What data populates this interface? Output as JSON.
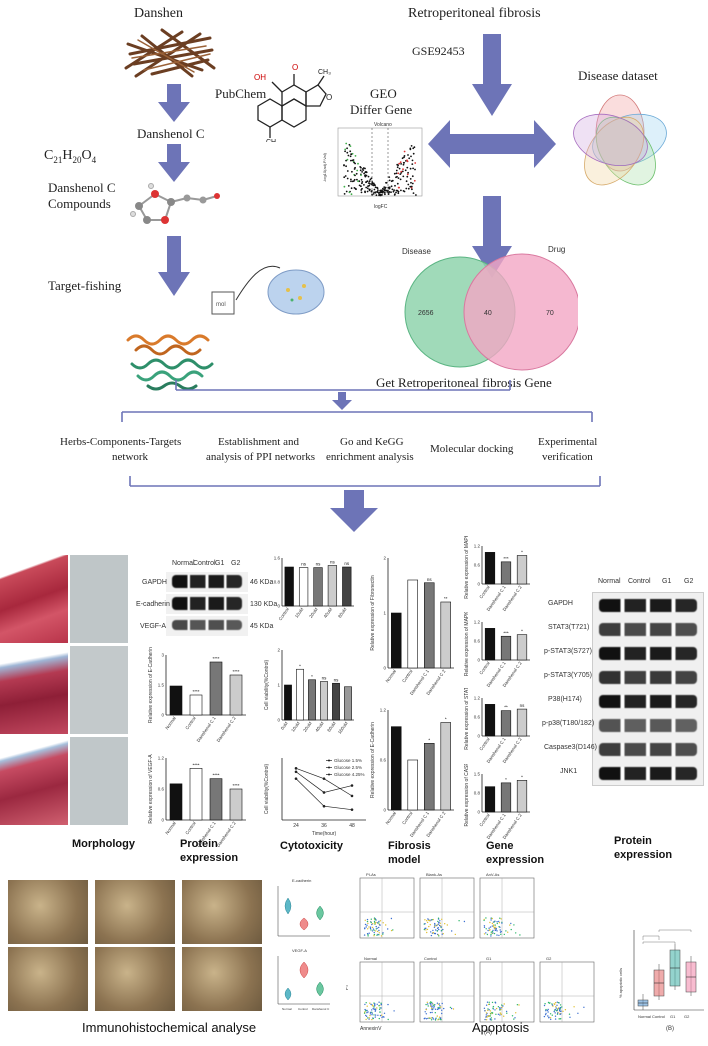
{
  "workflow": {
    "dunshen": "Danshen",
    "pubchem": "PubChem",
    "compound_name": "Danshenol C",
    "formula_base": "C",
    "formula_sub1": "21",
    "formula_h": "H",
    "formula_sub2": "20",
    "formula_o": "O",
    "formula_sub3": "4",
    "compounds_line1": "Danshenol C",
    "compounds_line2": "Compounds",
    "target_fishing": "Target-fishing",
    "rpf": "Retroperitoneal fibrosis",
    "gse": "GSE92453",
    "geo_line1": "GEO",
    "geo_line2": "Differ Gene",
    "disease_dataset": "Disease dataset",
    "venn_disease": "Disease",
    "venn_drug": "Drug",
    "venn_left": "2656",
    "venn_mid": "40",
    "venn_right": "70",
    "get_gene": "Get Retroperitoneal fibrosis Gene",
    "volcano_title": "Volcano",
    "volcano_xlabel": "logFC",
    "volcano_ylabel": "-log10(adj.P.Val)"
  },
  "analyses": [
    {
      "line1": "Herbs-Components-Targets",
      "line2": "network"
    },
    {
      "line1": "Establishment and",
      "line2": "analysis of PPI networks"
    },
    {
      "line1": "Go and KeGG",
      "line2": "enrichment analysis"
    },
    {
      "line1": "Molecular docking",
      "line2": ""
    },
    {
      "line1": "Experimental",
      "line2": "verification"
    }
  ],
  "panel_labels": {
    "morphology": "Morphology",
    "protein_expression_1": "Protein",
    "protein_expression_2": "expression",
    "cytotoxicity": "Cytotoxicity",
    "fibrosis_1": "Fibrosis",
    "fibrosis_2": "model",
    "gene_1": "Gene",
    "gene_2": "expression",
    "protein_right_1": "Protein",
    "protein_right_2": "expression",
    "ihc": "Immunohistochemical analyse",
    "apoptosis": "Apoptosis",
    "apoptosis_a": "(A)",
    "apoptosis_b": "(B)"
  },
  "western_blot_left": {
    "columns": [
      "Normal",
      "Control",
      "G1",
      "G2"
    ],
    "rows": [
      {
        "name": "GAPDH",
        "kda": "46 KDa"
      },
      {
        "name": "E-cadherin",
        "kda": "130 KDa"
      },
      {
        "name": "VEGF-A",
        "kda": "45 KDa"
      }
    ]
  },
  "western_blot_right": {
    "columns": [
      "Normal",
      "Control",
      "G1",
      "G2"
    ],
    "rows": [
      "GAPDH",
      "STAT3(T721)",
      "p-STAT3(S727)",
      "p-STAT3(Y705)",
      "P38(H174)",
      "p-p38(T180/182)",
      "Caspase3(D146)",
      "JNK1"
    ]
  },
  "chart_data": [
    {
      "type": "bar",
      "ylabel": "Relative expression of E-Cadherin",
      "categories": [
        "Normal",
        "Control",
        "Danshenol C 1",
        "Danshenol C 2"
      ],
      "values": [
        1.45,
        1.0,
        2.65,
        2.0
      ],
      "ylim": [
        0,
        3
      ],
      "annotations": [
        "",
        "****",
        "****",
        "****"
      ],
      "colors": [
        "#111111",
        "#ffffff",
        "#777777",
        "#cccccc"
      ]
    },
    {
      "type": "bar",
      "ylabel": "Relative expression of VEGF-A",
      "categories": [
        "Normal",
        "Control",
        "Danshenol C 1",
        "Danshenol C 2"
      ],
      "values": [
        0.7,
        1.0,
        0.8,
        0.6
      ],
      "ylim": [
        0,
        1.2
      ],
      "annotations": [
        "",
        "****",
        "****",
        "****"
      ],
      "colors": [
        "#111111",
        "#ffffff",
        "#777777",
        "#cccccc"
      ]
    },
    {
      "type": "bar",
      "categories": [
        "Control",
        "10uM",
        "20uM",
        "40uM",
        "80uM"
      ],
      "values": [
        1.3,
        1.28,
        1.28,
        1.35,
        1.3
      ],
      "ylim": [
        0,
        1.6
      ],
      "annotations": [
        "",
        "ns",
        "ns",
        "ns",
        "ns"
      ],
      "colors": [
        "#111111",
        "#ffffff",
        "#777777",
        "#cccccc",
        "#444444"
      ]
    },
    {
      "type": "bar",
      "ylabel": "Cell viability(%Control)",
      "categories": [
        "0uM",
        "10uM",
        "20uM",
        "40uM",
        "80uM",
        "160uM"
      ],
      "values": [
        1.0,
        1.45,
        1.15,
        1.1,
        1.05,
        0.95
      ],
      "ylim": [
        0,
        2.0
      ],
      "annotations": [
        "",
        "*",
        "*",
        "ns",
        "ns",
        ""
      ],
      "colors": [
        "#111111",
        "#ffffff",
        "#777777",
        "#cccccc",
        "#444444",
        "#999999"
      ]
    },
    {
      "type": "line",
      "ylabel": "Cell viability(%Control)",
      "xlabel": "Time(hour)",
      "x": [
        24,
        36,
        48
      ],
      "series": [
        {
          "name": "Glucose 1.5%",
          "values": [
            1.15,
            1.0,
            0.75
          ]
        },
        {
          "name": "Glucose 2.5%",
          "values": [
            1.1,
            0.8,
            0.9
          ]
        },
        {
          "name": "Glucose 4.25%",
          "values": [
            1.0,
            0.6,
            0.55
          ]
        }
      ]
    },
    {
      "type": "bar",
      "ylabel": "Relative expression of Fibronectin",
      "categories": [
        "Normal",
        "Control",
        "Danshenol C 1",
        "Danshenol C 2"
      ],
      "values": [
        1.0,
        1.6,
        1.55,
        1.2
      ],
      "ylim": [
        0,
        2.0
      ],
      "annotations": [
        "",
        "",
        "ns",
        "**"
      ],
      "colors": [
        "#111111",
        "#ffffff",
        "#777777",
        "#cccccc"
      ]
    },
    {
      "type": "bar",
      "ylabel": "Relative expression of E-Cadherin",
      "categories": [
        "Normal",
        "Control",
        "Danshenol C 1",
        "Danshenol C 2"
      ],
      "values": [
        1.0,
        0.6,
        0.8,
        1.05
      ],
      "ylim": [
        0,
        1.2
      ],
      "annotations": [
        "",
        "",
        "*",
        "*"
      ],
      "colors": [
        "#111111",
        "#ffffff",
        "#777777",
        "#cccccc"
      ]
    },
    {
      "type": "bar",
      "ylabel": "Relative expression of MAPK8",
      "categories": [
        "Control",
        "Danshenol C 1",
        "Danshenol C 2"
      ],
      "values": [
        1.0,
        0.7,
        0.9
      ],
      "ylim": [
        0,
        1.2
      ],
      "annotations": [
        "",
        "***",
        "*"
      ],
      "colors": [
        "#111111",
        "#777777",
        "#cccccc"
      ]
    },
    {
      "type": "bar",
      "ylabel": "Relative expression of MAPK14",
      "categories": [
        "Control",
        "Danshenol C 1",
        "Danshenol C 2"
      ],
      "values": [
        1.0,
        0.75,
        0.8
      ],
      "ylim": [
        0,
        1.2
      ],
      "annotations": [
        "",
        "***",
        "*"
      ],
      "colors": [
        "#111111",
        "#777777",
        "#cccccc"
      ]
    },
    {
      "type": "bar",
      "ylabel": "Relative expression of STAT3",
      "categories": [
        "Control",
        "Danshenol C 1",
        "Danshenol C 2"
      ],
      "values": [
        1.0,
        0.8,
        0.85
      ],
      "ylim": [
        0,
        1.2
      ],
      "annotations": [
        "",
        "**",
        "ns"
      ],
      "colors": [
        "#111111",
        "#777777",
        "#cccccc"
      ]
    },
    {
      "type": "bar",
      "ylabel": "Relative expression of CASP3",
      "categories": [
        "Control",
        "Danshenol C 1",
        "Danshenol C 2"
      ],
      "values": [
        1.0,
        1.15,
        1.25
      ],
      "ylim": [
        0,
        1.5
      ],
      "annotations": [
        "",
        "*",
        "*"
      ],
      "colors": [
        "#111111",
        "#777777",
        "#cccccc"
      ]
    }
  ],
  "flow": {
    "pi_a": "PI-As",
    "blank_a": "Blank-As",
    "anx_a": "AnV-As",
    "normal": "Normal",
    "control": "Control",
    "g1": "G1",
    "g2": "G2",
    "xaxis": "AnnexinV",
    "yaxis": "PI"
  },
  "box": {
    "ylabel": "% apoptotic cells",
    "categories": [
      "Normal",
      "Control",
      "G1",
      "G2"
    ],
    "colors": [
      "#5b9bd5",
      "#e57373",
      "#4db6ac",
      "#f48fb1"
    ]
  },
  "ihc_violin": {
    "title1": "E-cadherin",
    "title2": "VEGF-A",
    "categories": [
      "Normal",
      "Control",
      "Danshenol C"
    ]
  }
}
